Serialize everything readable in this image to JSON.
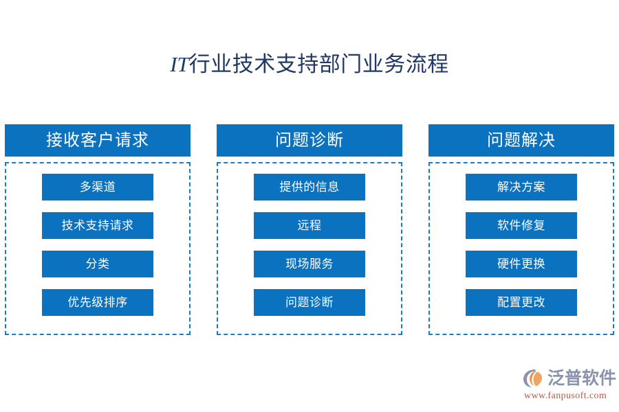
{
  "title": {
    "lead": "IT",
    "rest": "行业技术支持部门业务流程",
    "full": "IT行业技术支持部门业务流程",
    "color": "#1f3864"
  },
  "theme": {
    "accent_blue": "#0b72c0",
    "dashed_border": "#1a7ac4",
    "background": "#ffffff",
    "title_color": "#1f3864",
    "brand_text": "#8a93ab",
    "brand_url": "#b05a50",
    "brand_mark_orange": "#e8954a"
  },
  "columns": [
    {
      "header": "接收客户请求",
      "items": [
        {
          "label": "多渠道"
        },
        {
          "label": "技术支持请求"
        },
        {
          "label": "分类"
        },
        {
          "label": "优先级排序"
        }
      ]
    },
    {
      "header": "问题诊断",
      "items": [
        {
          "label": "提供的信息"
        },
        {
          "label": "远程"
        },
        {
          "label": "现场服务"
        },
        {
          "label": "问题诊断"
        }
      ]
    },
    {
      "header": "问题解决",
      "items": [
        {
          "label": "解决方案"
        },
        {
          "label": "软件修复"
        },
        {
          "label": "硬件更换"
        },
        {
          "label": "配置更改"
        }
      ]
    }
  ],
  "brand": {
    "name": "泛普软件",
    "url": "www.fanpusoft.com",
    "mark": "fanpu-swoosh-icon"
  }
}
